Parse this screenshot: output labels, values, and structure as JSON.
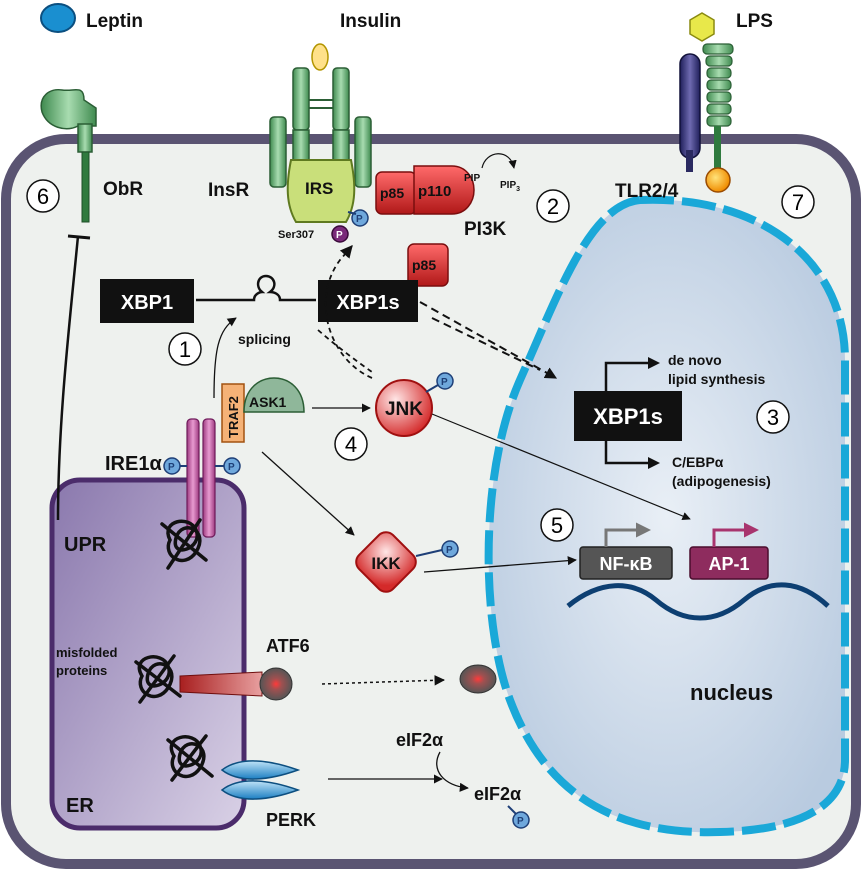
{
  "ligands": {
    "leptin": "Leptin",
    "insulin": "Insulin",
    "lps": "LPS"
  },
  "receptors": {
    "obr": "ObR",
    "insr": "InsR",
    "tlr": "TLR2/4",
    "ire1": "IRE1α"
  },
  "proteins": {
    "irs": "IRS",
    "ser307": "Ser307",
    "p85": "p85",
    "p110": "p110",
    "p85b": "p85",
    "pi3k": "PI3K",
    "pip": "PIP",
    "pip3_base": "PIP",
    "pip3_sub": "3",
    "xbp1": "XBP1",
    "xbp1s": "XBP1s",
    "xbp1s_nuc": "XBP1s",
    "splicing": "splicing",
    "traf2": "TRAF2",
    "ask1": "ASK1",
    "jnk": "JNK",
    "ikk": "IKK",
    "nfkb": "NF-κB",
    "ap1": "AP-1",
    "atf6": "ATF6",
    "perk": "PERK",
    "eif2a_top": "eIF2α",
    "eif2a_bottom": "eIF2α"
  },
  "phospho": "P",
  "targets": {
    "lipid_line1": "de novo",
    "lipid_line2": "lipid synthesis",
    "cebp_line1": "C/EBPα",
    "cebp_line2": "(adipogenesis)"
  },
  "compartments": {
    "upr": "UPR",
    "misfolded_line1": "misfolded",
    "misfolded_line2": "proteins",
    "er": "ER",
    "nucleus": "nucleus"
  },
  "steps": [
    "1",
    "2",
    "3",
    "4",
    "5",
    "6",
    "7"
  ],
  "colors": {
    "cell_border": "#5a5472",
    "cell_fill": "#eef1ee",
    "er_fill": "#a99bc3",
    "er_border": "#4b2c6b",
    "nucleus_fill": "#cfdbe9",
    "nucleus_border": "#1aa8d8",
    "receptor_green": "#5aa86a",
    "red": "#d42a2a",
    "pink": "#c45aa0",
    "black_box": "#111111",
    "nfkb_box": "#555555",
    "ap1_box": "#8e2c5e",
    "phospho_blue": "#2f6fb0"
  }
}
